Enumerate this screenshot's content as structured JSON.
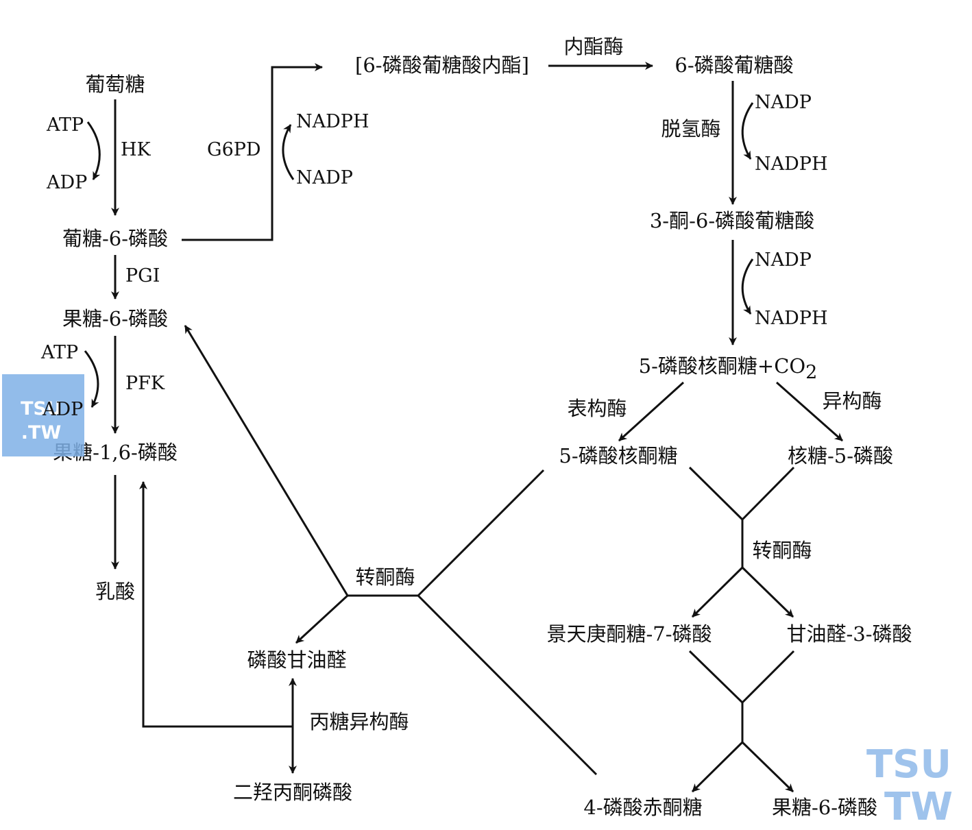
{
  "nodes": {
    "glucose": "葡萄糖",
    "g6p": "葡糖-6-磷酸",
    "f6p": "果糖-6-磷酸",
    "fbp": "果糖-1,6-磷酸",
    "lactate": "乳酸",
    "lactone": "[6-磷酸葡糖酸内酯]",
    "gluconate6p": "6-磷酸葡糖酸",
    "keto": "3-酮-6-磷酸葡糖酸",
    "ru5p_co2": "5-磷酸核酮糖+CO",
    "co2_sub": "2",
    "ru5p": "5-磷酸核酮糖",
    "r5p": "核糖-5-磷酸",
    "s7p": "景天庚酮糖-7-磷酸",
    "gap_right": "甘油醛-3-磷酸",
    "gap_left": "磷酸甘油醛",
    "dhap": "二羟丙酮磷酸",
    "e4p": "4-磷酸赤酮糖",
    "f6p_right": "果糖-6-磷酸"
  },
  "enzymes": {
    "hk": "HK",
    "pgi": "PGI",
    "pfk": "PFK",
    "g6pd": "G6PD",
    "lactonase": "内酯酶",
    "dehydrogenase": "脱氢酶",
    "epimerase": "表构酶",
    "isomerase": "异构酶",
    "transketolase_right": "转酮酶",
    "transketolase_left": "转酮酶",
    "triose_isomerase": "丙糖异构酶"
  },
  "cofactors": {
    "atp1": "ATP",
    "adp1": "ADP",
    "atp2": "ATP",
    "adp2": "ADP",
    "nadph_g6pd": "NADPH",
    "nadp_g6pd": "NADP",
    "nadp_dh": "NADP",
    "nadph_dh": "NADPH",
    "nadp_2": "NADP",
    "nadph_2": "NADPH"
  },
  "watermark": {
    "top_line": "TSU",
    "bottom_line": ".TW",
    "right_top": "TSU",
    "right_bottom": "TW",
    "box_color": "#7fb0e6",
    "text_color": "#9fc3ec"
  }
}
